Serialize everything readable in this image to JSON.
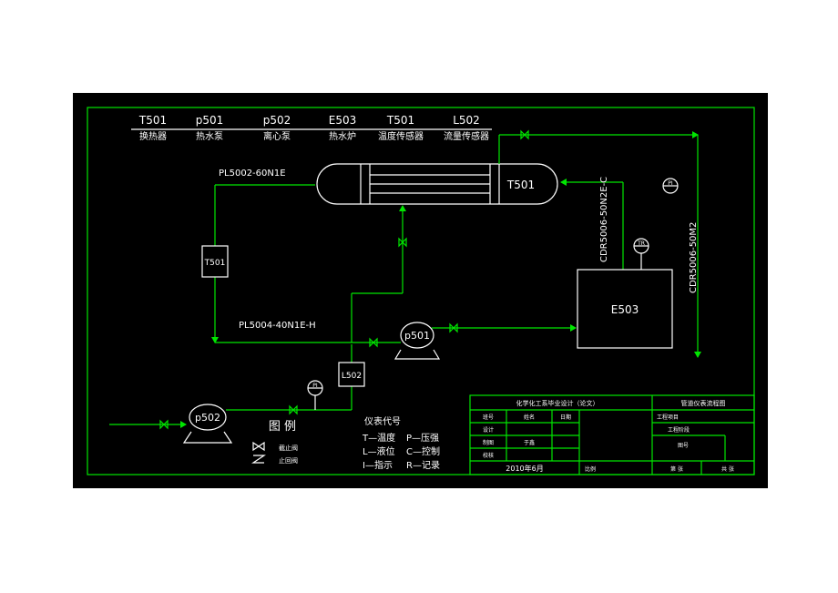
{
  "legend_top": [
    {
      "code": "T501",
      "name": "换热器"
    },
    {
      "code": "p501",
      "name": "热水泵"
    },
    {
      "code": "p502",
      "name": "离心泵"
    },
    {
      "code": "E503",
      "name": "热水炉"
    },
    {
      "code": "T501",
      "name": "温度传感器"
    },
    {
      "code": "L502",
      "name": "流量传感器"
    }
  ],
  "pipes": {
    "upper": "PL5002-60N1E",
    "lower": "PL5004-40N1E-H",
    "right_a": "CDR5006-50N2E-C",
    "right_b": "CDR5006-50M2"
  },
  "equipment": {
    "exchanger": "T501",
    "sensor_left": "T501",
    "pump_main": "p501",
    "pump_feed": "p502",
    "flow_sensor": "L502",
    "furnace": "E503"
  },
  "instruments": {
    "a": "PI",
    "b": "TR",
    "c": "PI"
  },
  "legend": {
    "title": "图 例",
    "items": [
      "截止阀",
      "止回阀"
    ]
  },
  "codes": {
    "title": "仪表代号",
    "items": [
      "T—温度",
      "P—压强",
      "L—液位",
      "C—控制",
      "I—指示",
      "R—记录"
    ]
  },
  "titleblock": {
    "school": "化学化工系毕业设计（论文）",
    "drawing": "管道仪表流程图",
    "rows": [
      "班号",
      "设计",
      "制图",
      "校核"
    ],
    "c_name": "姓名",
    "c_date": "日期",
    "name": "于鑫",
    "project": "工程项目",
    "stage": "工程阶段",
    "drawing_no": "图号",
    "date": "2010年6月",
    "scale": "比例",
    "sheet_a": "第  张",
    "sheet_b": "共  张"
  }
}
